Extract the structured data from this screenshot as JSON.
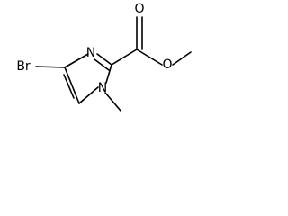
{
  "molecule": {
    "atoms": {
      "bromine": "Br",
      "ring_nitrogen": "N",
      "methyl_nitrogen": "N",
      "carbonyl_oxygen": "O",
      "ester_oxygen": "O"
    }
  }
}
